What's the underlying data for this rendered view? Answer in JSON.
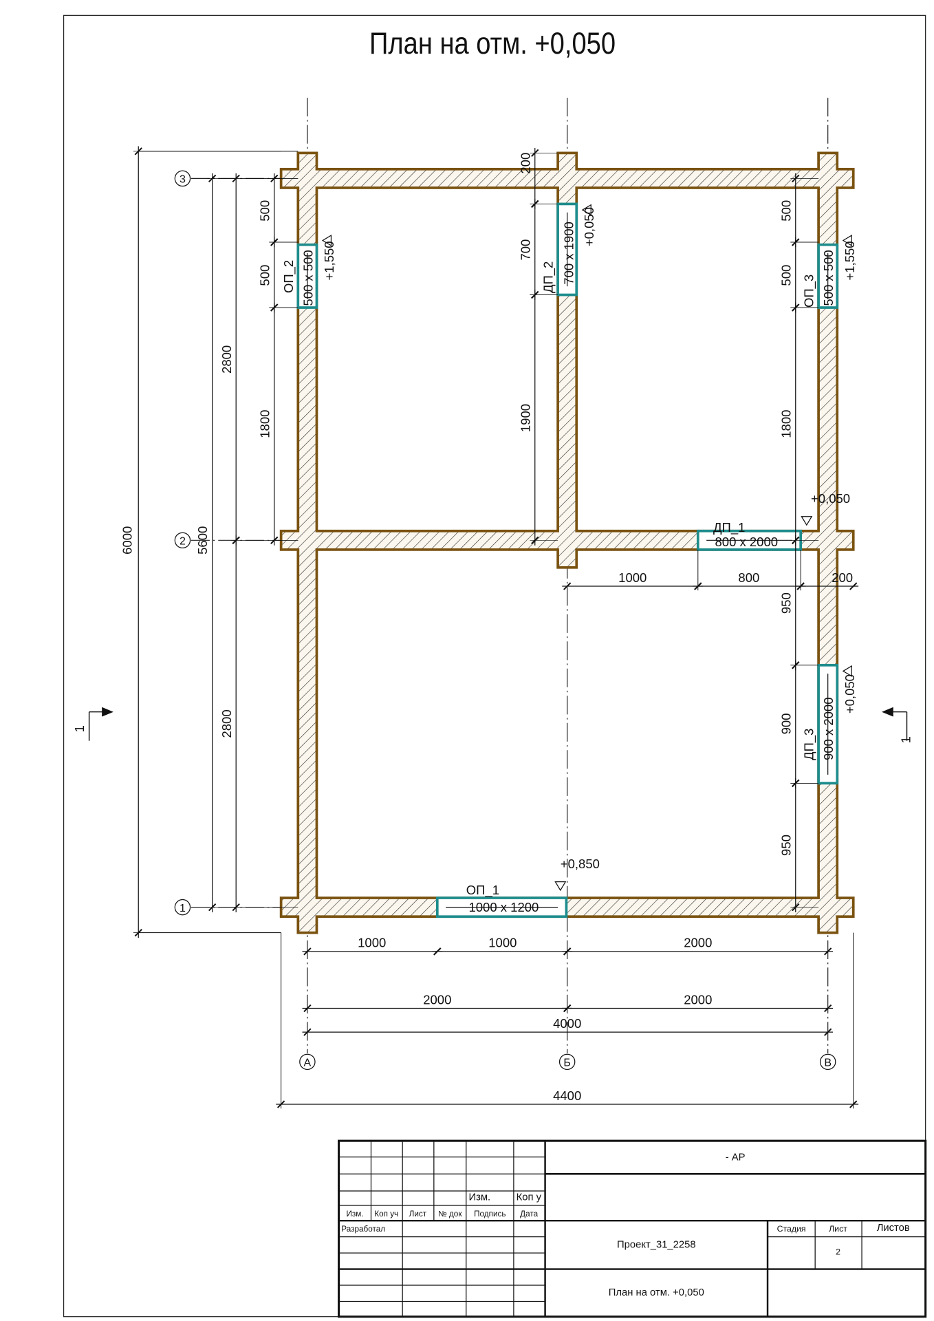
{
  "title": "План на отм. +0,050",
  "axes": {
    "letters": [
      "А",
      "Б",
      "В"
    ],
    "numbers": [
      "3",
      "2",
      "1"
    ]
  },
  "section_mark": "1",
  "dims": {
    "vertical": [
      "6000",
      "5600",
      "2800",
      "2800",
      "500",
      "500",
      "1800",
      "200",
      "700",
      "1900",
      "500",
      "500",
      "1800",
      "950",
      "900",
      "950"
    ],
    "horizontal": [
      "1000",
      "800",
      "200",
      "1000",
      "1000",
      "2000",
      "2000",
      "2000",
      "4000",
      "4400"
    ]
  },
  "openings": [
    {
      "tag": "ОП_2",
      "size": "500 х 500",
      "elev": "+1,550"
    },
    {
      "tag": "ДП_2",
      "size": "700 х 1900",
      "elev": "+0,050"
    },
    {
      "tag": "ОП_3",
      "size": "500 х 500",
      "elev": "+1,550"
    },
    {
      "tag": "ДП_1",
      "size": "800 х 2000",
      "elev": "+0,050"
    },
    {
      "tag": "ДП_3",
      "size": "900 х 2000",
      "elev": "+0,050"
    },
    {
      "tag": "ОП_1",
      "size": "1000 х 1200",
      "elev": "+0,850"
    }
  ],
  "colors": {
    "wall": "#7a5210",
    "opening": "#1e8c8c"
  },
  "title_block": {
    "header_cols": [
      "Изм.",
      "Коп уч",
      "Лист",
      "№ док",
      "Подпись",
      "Дата"
    ],
    "upper_izm": "Изм.",
    "upper_kop": "Коп у",
    "developed": "Разработал",
    "code": "- АР",
    "project": "Проект_31_2258",
    "stage_label": "Стадия",
    "sheet_label": "Лист",
    "sheets_label": "Листов",
    "sheet_number": "2",
    "sheet_title": "План на отм. +0,050"
  }
}
